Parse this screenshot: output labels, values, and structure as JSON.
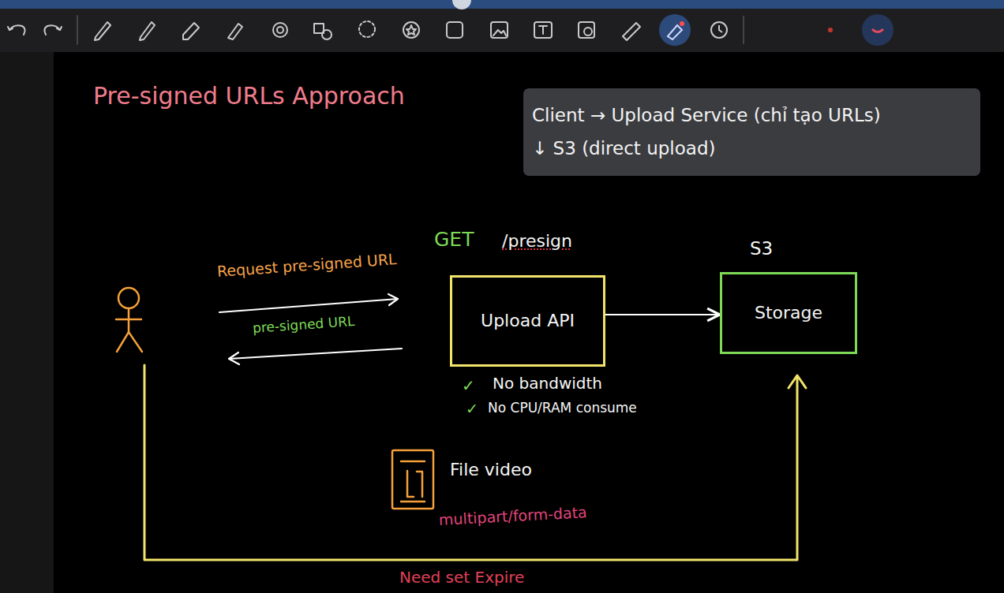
{
  "diagram": {
    "title": "Pre-signed URLs Approach",
    "nodes": [
      {
        "text": [
          "Client → Upload Service (chỉ tạo URLs)",
          "↓ S3 (direct upload)"
        ]
      },
      {
        "text": [
          "GET",
          "/presign",
          "Upload API"
        ]
      },
      {
        "text": [
          "S3",
          "Storage"
        ]
      }
    ],
    "edges": [
      {
        "from": 1,
        "to": 2,
        "arrow": "to"
      }
    ],
    "labels": [
      "Request pre-signed URL",
      "pre-signed URL",
      "✓",
      "No bandwidth",
      "✓",
      "No CPU/RAM consume",
      "File video",
      "multipart/form-data",
      "Need set Expire"
    ]
  }
}
